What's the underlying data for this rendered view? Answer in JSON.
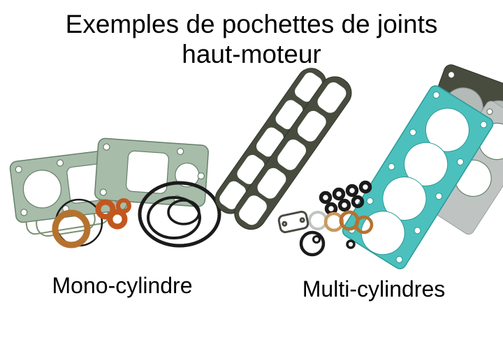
{
  "title": {
    "line1": "Exemples de pochettes de joints",
    "line2": "haut-moteur"
  },
  "groups": {
    "mono": {
      "label": "Mono-cylindre"
    },
    "multi": {
      "label": "Multi-cylindres"
    }
  },
  "colors": {
    "background": "#ffffff",
    "text": "#000000",
    "mono_gasket_green": "#a7bca9",
    "seal_orange": "#c2571f",
    "copper": "#b5722f",
    "washer_tan": "#c89a5e",
    "oring_black": "#1b1b1b",
    "multi_head_gasket_teal": "#4cc0bd",
    "cover_gasket_dark": "#474c3e",
    "metal_gray": "#bfc4c2"
  }
}
